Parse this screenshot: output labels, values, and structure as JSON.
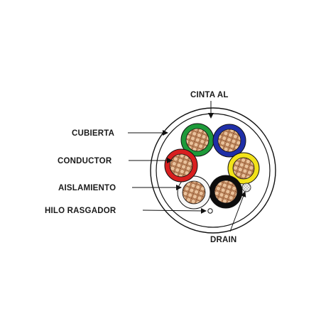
{
  "labels": {
    "tape": "CINTA AL",
    "jacket": "CUBIERTA",
    "conductor": "CONDUCTOR",
    "insulation": "AISLAMIENTO",
    "ripcord": "HILO RASGADOR",
    "drain": "DRAIN"
  },
  "conductors": [
    {
      "name": "green",
      "ring_color": "#1e9a3a"
    },
    {
      "name": "blue",
      "ring_color": "#1f2fa8"
    },
    {
      "name": "yellow",
      "ring_color": "#f2e21a"
    },
    {
      "name": "black",
      "ring_color": "#0d0d0d"
    },
    {
      "name": "white",
      "ring_color": "#f7f7f7"
    },
    {
      "name": "red",
      "ring_color": "#d81f1f"
    }
  ],
  "colors": {
    "copper_fill": "#d9a57a",
    "copper_strand": "#a4673d",
    "outline": "#111111"
  }
}
